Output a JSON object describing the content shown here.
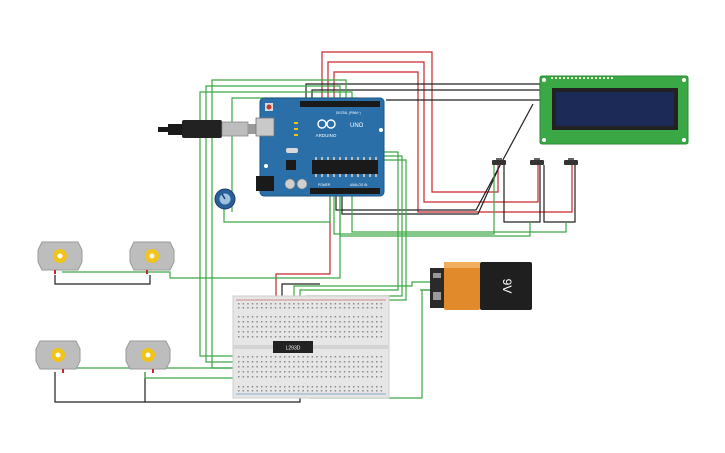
{
  "arduino": {
    "brand": "ARDUINO",
    "model": "UNO",
    "digital_label": "DIGITAL (PWM~)",
    "power_label": "POWER",
    "analog_label": "ANALOG IN"
  },
  "battery": {
    "label": "9V"
  },
  "driver_ic": {
    "label": "L293D"
  },
  "colors": {
    "board": "#2a6fa8",
    "wire_green": "#3aa845",
    "wire_red": "#c8262a",
    "wire_black": "#202020",
    "battery_orange": "#e08a2c",
    "lcd_pcb": "#3aa845",
    "lcd_screen": "#1b2a56",
    "breadboard": "#e6e6e6"
  },
  "icons": [
    "dc-motor-icon",
    "push-button-icon",
    "potentiometer-icon",
    "battery-icon",
    "usb-cable-icon"
  ]
}
